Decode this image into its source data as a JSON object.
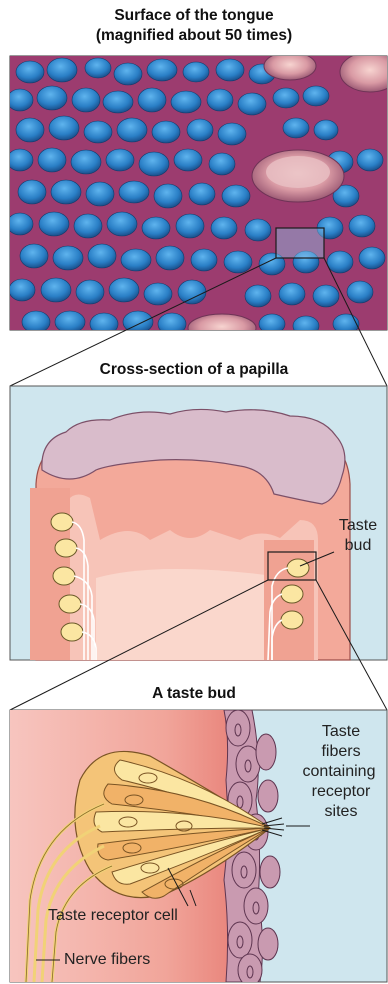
{
  "panel1": {
    "title_line1": "Surface of the tongue",
    "title_line2": "(magnified about 50 times)"
  },
  "panel2": {
    "title": "Cross-section of a papilla",
    "label_taste_line1": "Taste",
    "label_taste_line2": "bud"
  },
  "panel3": {
    "title": "A taste bud",
    "label_fibers_line1": "Taste",
    "label_fibers_line2": "fibers",
    "label_fibers_line3": "containing",
    "label_fibers_line4": "receptor",
    "label_fibers_line5": "sites",
    "label_receptor": "Taste receptor cell",
    "label_nerve": "Nerve fibers"
  },
  "colors": {
    "panel_bg": "#cfe6ee",
    "papilla_top": "#d7b7c6",
    "papilla_body": "#f3a99a",
    "bud_yellow": "#fbe6a2",
    "cell_orange": "#f1b268",
    "cell_purple": "#c99ab0",
    "micro_blue": "#2a7fc6",
    "micro_pink": "#b0487a"
  }
}
